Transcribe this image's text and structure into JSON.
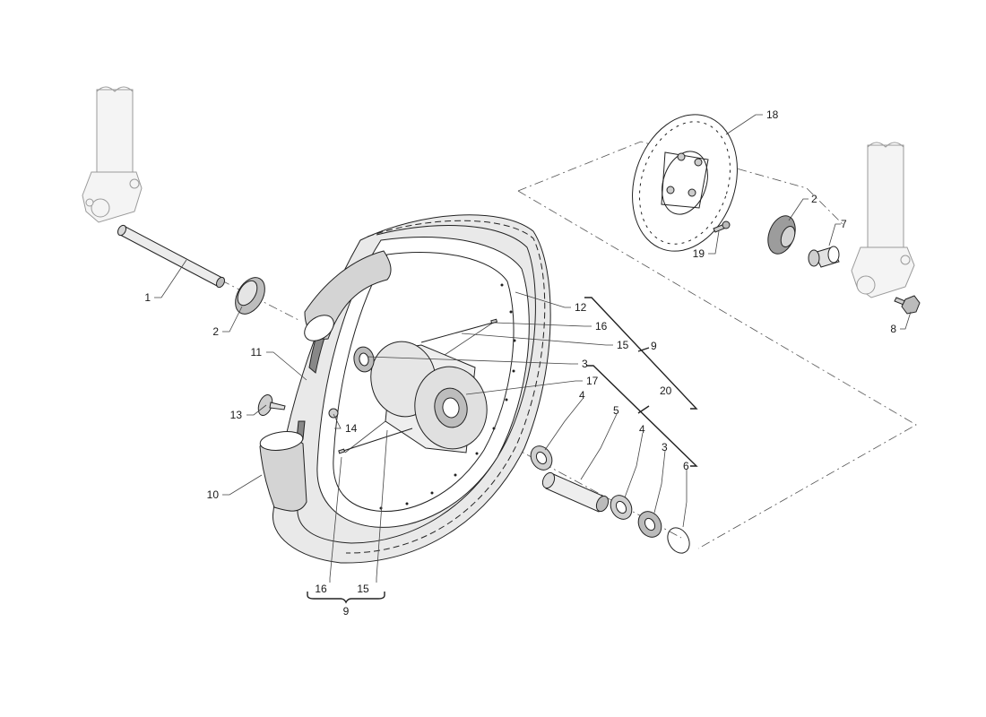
{
  "callouts": {
    "c1": "1",
    "c2_left": "2",
    "c2_right": "2",
    "c3_hub": "3",
    "c3_right": "3",
    "c4_a": "4",
    "c4_b": "4",
    "c5": "5",
    "c6": "6",
    "c7": "7",
    "c8": "8",
    "c9_right": "9",
    "c9_bottom": "9",
    "c10": "10",
    "c11": "11",
    "c12": "12",
    "c13": "13",
    "c14": "14",
    "c15_right": "15",
    "c15_bottom": "15",
    "c16_right": "16",
    "c16_bottom": "16",
    "c17": "17",
    "c18": "18",
    "c19": "19",
    "c20": "20"
  },
  "colors": {
    "line": "#222222",
    "ghost": "#9a9a9a",
    "rim_fill": "#ffffff",
    "tire_fill": "#e9e9e9",
    "part_fill": "#cfcfcf"
  }
}
